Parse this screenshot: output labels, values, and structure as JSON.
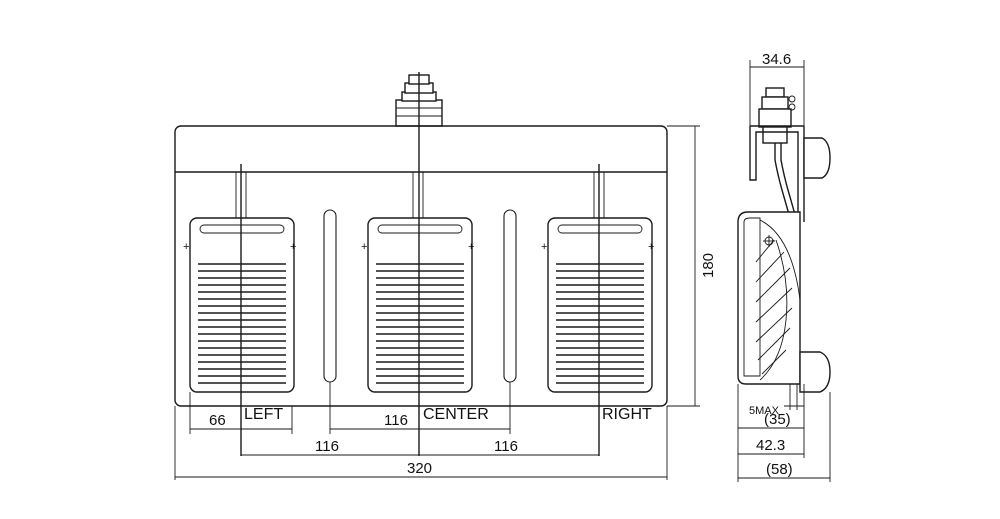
{
  "front_view": {
    "pedal_labels": {
      "left": "LEFT",
      "center": "CENTER",
      "right": "RIGHT"
    },
    "dimensions": {
      "pedal_margin": "66",
      "center_width": "116",
      "spacing_left": "116",
      "spacing_right": "116",
      "overall_width": "320",
      "height": "180"
    }
  },
  "side_view": {
    "dimensions": {
      "top_width": "34.6",
      "stroke_max": "5MAX",
      "pedal_depth": "(35)",
      "base_depth": "42.3",
      "overall_depth": "(58)"
    }
  }
}
